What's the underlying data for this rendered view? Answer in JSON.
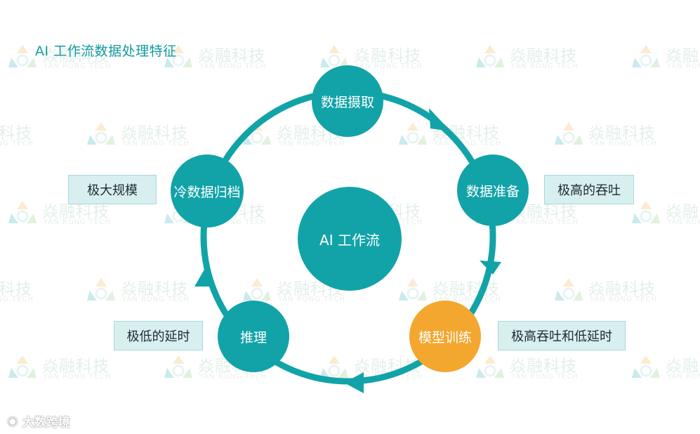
{
  "title": "AI 工作流数据处理特征",
  "watermark": {
    "cn": "焱融科技",
    "en": "YAN RONG TECH"
  },
  "center_label": "AI 工作流",
  "nodes": {
    "ingest": "数据摄取",
    "prepare": "数据准备",
    "train": "模型训练",
    "inference": "推理",
    "archive": "冷数据归档"
  },
  "tags": {
    "archive": "极大规模",
    "prepare": "极高的吞吐",
    "train": "极高吞吐和低延时",
    "inference": "极低的延时"
  },
  "source": {
    "icon": "weibo-icon",
    "text": "大数跨境"
  },
  "colors": {
    "teal": "#12a3a8",
    "orange": "#f3a72f",
    "tag_bg": "#d8eff0"
  }
}
